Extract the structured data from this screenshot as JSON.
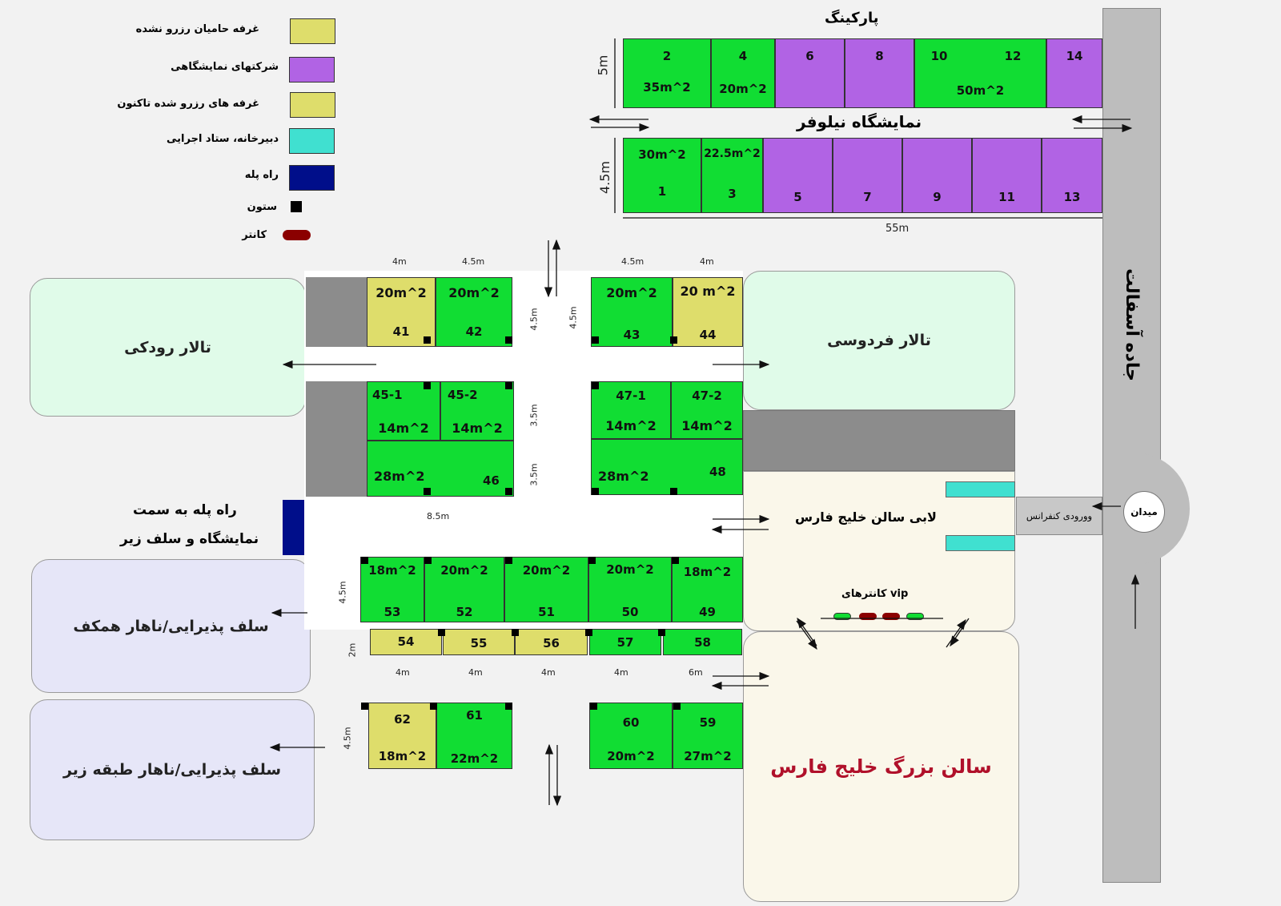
{
  "legend": [
    {
      "label": "غرفه حامیان رزرو نشده",
      "color": "#dedd6b"
    },
    {
      "label": "شرکتهای نمایشگاهی",
      "color": "#b163e4"
    },
    {
      "label": "غرفه های رزرو شده تاکنون",
      "color": "#dedd6b"
    },
    {
      "label": "دبیرخانه، ستاد اجرایی",
      "color": "#40e0d0"
    },
    {
      "label": "راه پله",
      "color": "#000e8a"
    },
    {
      "label": "ستون",
      "color": "#000000"
    },
    {
      "label": "کانتر",
      "color": "#8b0000"
    }
  ],
  "top_area": {
    "parking": "پارکینگ",
    "corridor_label": "نمایشگاه نیلوفر",
    "row_height_top": "5m",
    "row_height_bottom": "4.5m",
    "total_length": "55m",
    "top_row": [
      {
        "num": "2",
        "area": "35m^2",
        "color": "green"
      },
      {
        "num": "4",
        "area": "20m^2",
        "color": "green"
      },
      {
        "num": "6",
        "area": "",
        "color": "purple"
      },
      {
        "num": "8",
        "area": "",
        "color": "purple"
      },
      {
        "num": "10",
        "area": "",
        "color": "green"
      },
      {
        "num": "12",
        "area": "50m^2",
        "color": "green"
      },
      {
        "num": "14",
        "area": "",
        "color": "purple"
      }
    ],
    "bottom_row": [
      {
        "num": "1",
        "area": "30m^2",
        "color": "green"
      },
      {
        "num": "3",
        "area": "22.5m^2",
        "color": "green"
      },
      {
        "num": "5",
        "area": "",
        "color": "purple"
      },
      {
        "num": "7",
        "area": "",
        "color": "purple"
      },
      {
        "num": "9",
        "area": "",
        "color": "purple"
      },
      {
        "num": "11",
        "area": "",
        "color": "purple"
      },
      {
        "num": "13",
        "area": "",
        "color": "purple"
      }
    ]
  },
  "road": {
    "label": "جاده آسفالت",
    "square": "میدان",
    "conference_entry": "وورودی کنفرانس"
  },
  "halls": {
    "roudaki": "تالار رودکی",
    "ferdowsi": "تالار فردوسی",
    "lobby": "لابی سالن خلیج فارس",
    "big_hall": "سالن بزرگ خلیج فارس",
    "food_same_floor": "سلف پذیرایی/ناهار همکف",
    "food_lower_floor": "سلف پذیرایی/ناهار طبقه زیر",
    "stairs_line1": "راه پله به سمت",
    "stairs_line2": "نمایشگاه و سلف زیر",
    "vip_counters": "کانترهای vip"
  },
  "booths": {
    "b41": {
      "num": "41",
      "area": "20m^2"
    },
    "b42": {
      "num": "42",
      "area": "20m^2"
    },
    "b43": {
      "num": "43",
      "area": "20m^2"
    },
    "b44": {
      "num": "44",
      "area": "20 m^2"
    },
    "b45_1": {
      "num": "45-1",
      "area": "14m^2"
    },
    "b45_2": {
      "num": "45-2",
      "area": "14m^2"
    },
    "b46": {
      "num": "46",
      "area": "28m^2"
    },
    "b47_1": {
      "num": "47-1",
      "area": "14m^2"
    },
    "b47_2": {
      "num": "47-2",
      "area": "14m^2"
    },
    "b48": {
      "num": "48",
      "area": "28m^2"
    },
    "b53": {
      "num": "53",
      "area": "18m^2"
    },
    "b52": {
      "num": "52",
      "area": "20m^2"
    },
    "b51": {
      "num": "51",
      "area": "20m^2"
    },
    "b50": {
      "num": "50",
      "area": "20m^2"
    },
    "b49": {
      "num": "49",
      "area": "18m^2"
    },
    "b54": {
      "num": "54"
    },
    "b55": {
      "num": "55"
    },
    "b56": {
      "num": "56"
    },
    "b57": {
      "num": "57"
    },
    "b58": {
      "num": "58"
    },
    "b62": {
      "num": "62",
      "area": "18m^2"
    },
    "b61": {
      "num": "61",
      "area": "22m^2"
    },
    "b60": {
      "num": "60",
      "area": "20m^2"
    },
    "b59": {
      "num": "59",
      "area": "27m^2"
    }
  },
  "dims": {
    "d4m": "4m",
    "d45m": "4.5m",
    "d35m": "3.5m",
    "d85m": "8.5m",
    "d2m": "2m",
    "d6m": "6m"
  }
}
